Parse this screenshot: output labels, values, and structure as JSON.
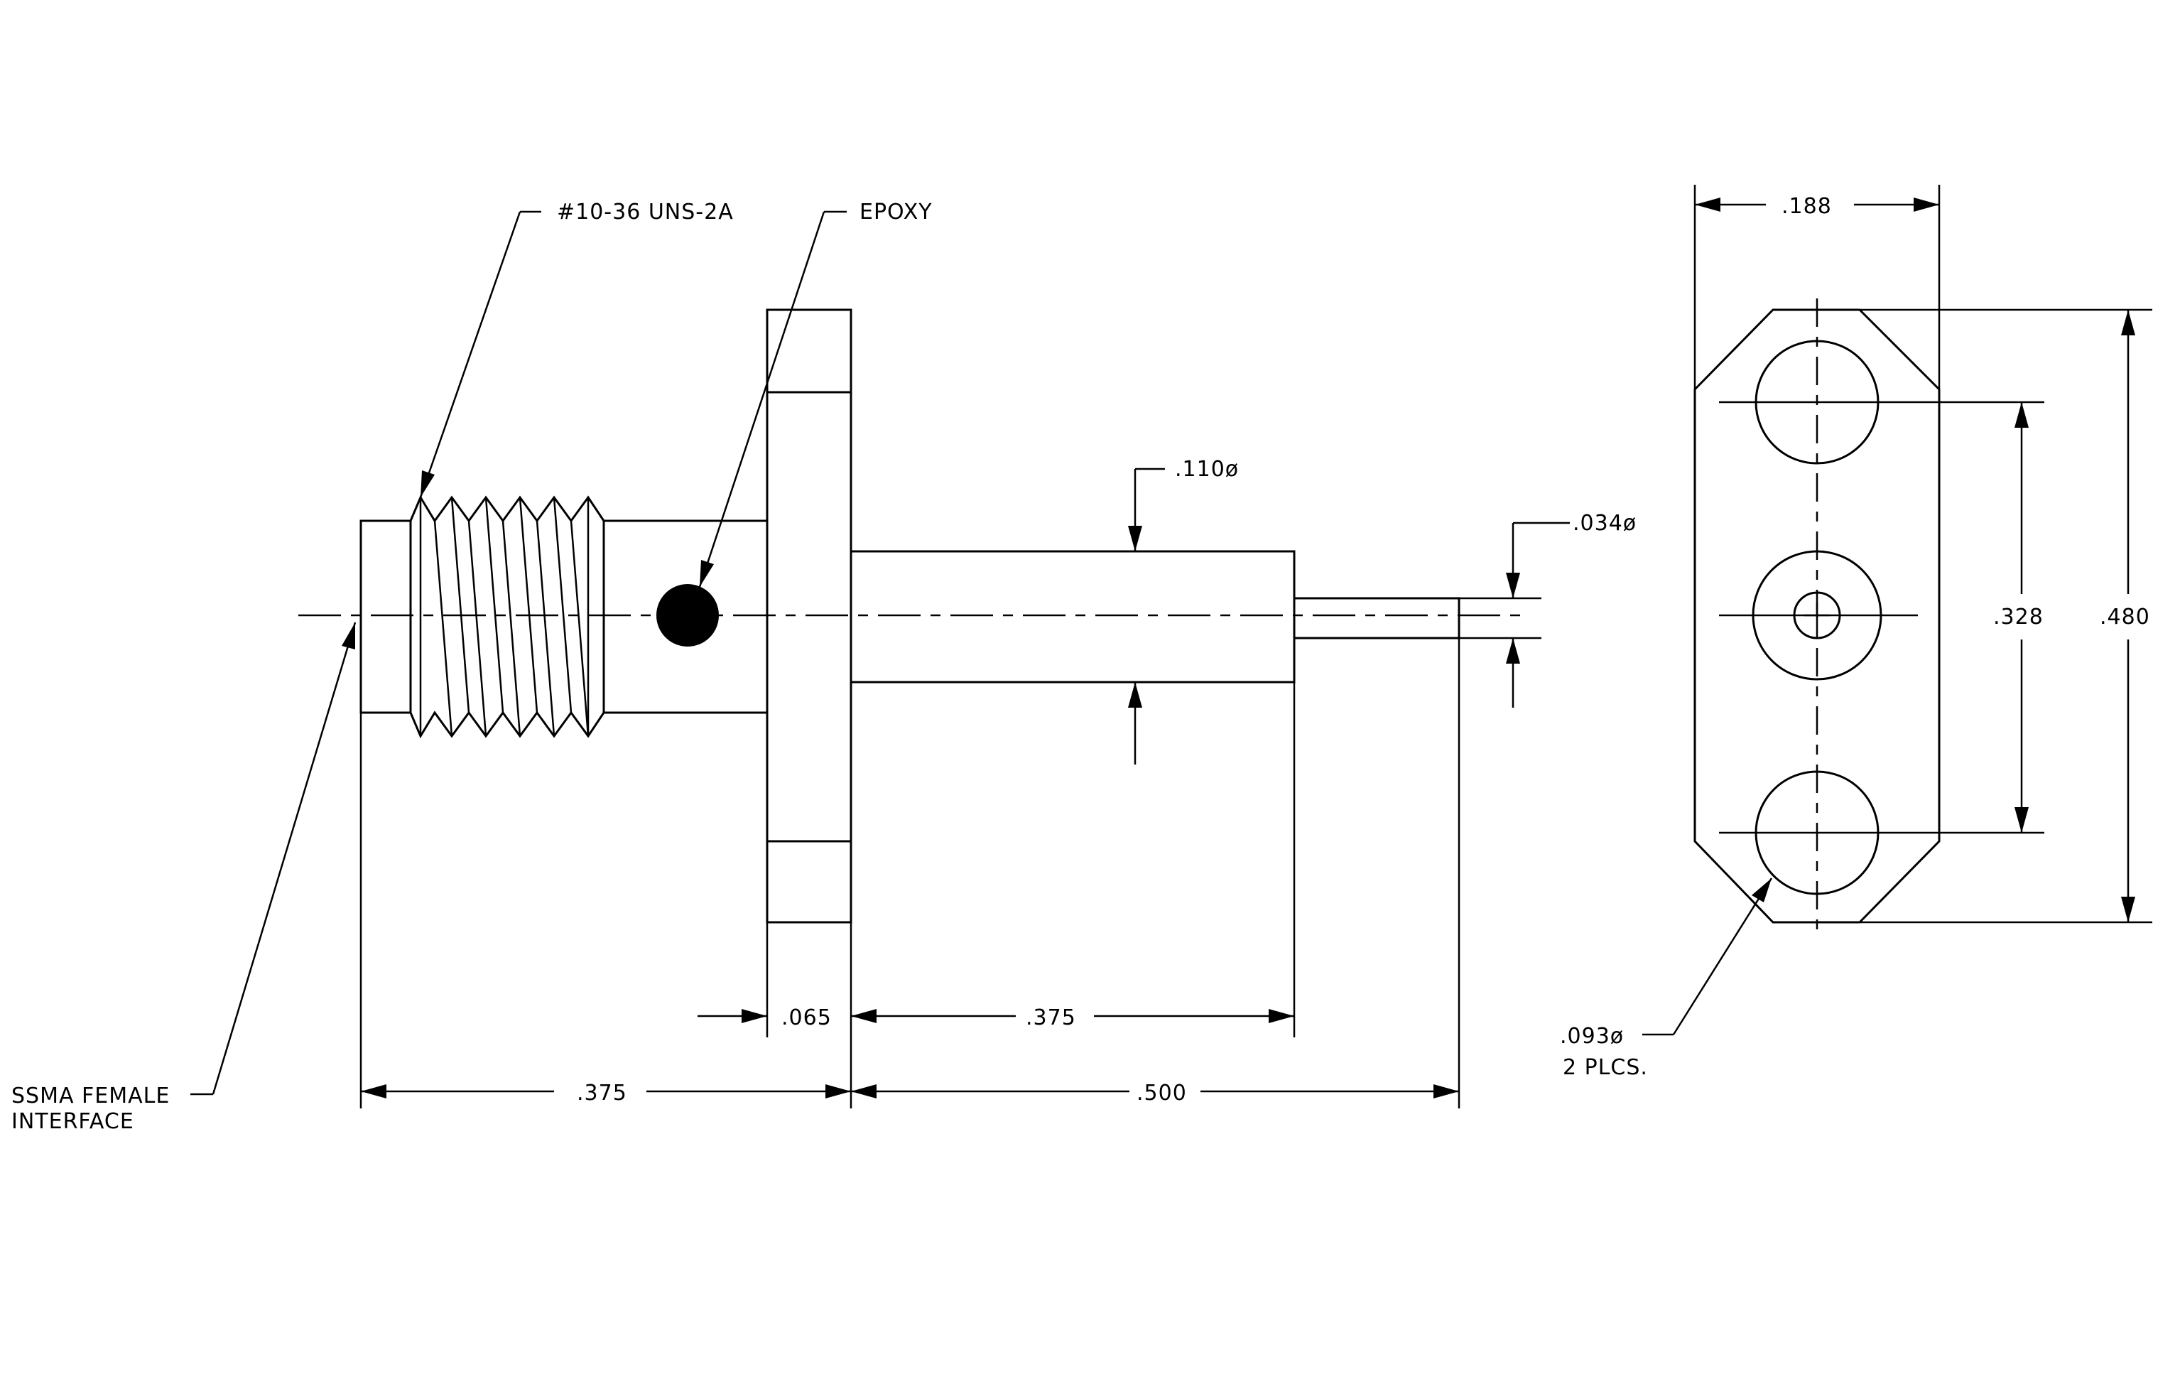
{
  "callouts": {
    "thread": "#10-36 UNS-2A",
    "epoxy": "EPOXY",
    "interface_line1": "SSMA FEMALE",
    "interface_line2": "INTERFACE",
    "hole_size": ".093ø",
    "hole_count": "2 PLCS."
  },
  "dimensions": {
    "pin_diameter": ".110ø",
    "tip_diameter": ".034ø",
    "flange_thickness": ".065",
    "pin_length": ".375",
    "front_length": ".375",
    "rear_length": ".500",
    "flange_width": ".188",
    "hole_spacing": ".328",
    "flange_height": ".480"
  }
}
